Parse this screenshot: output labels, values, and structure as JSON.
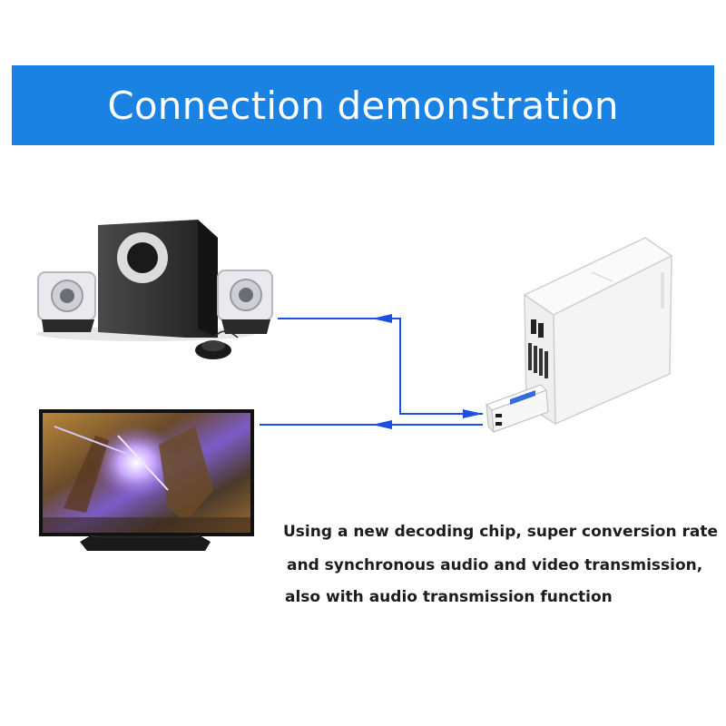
{
  "banner": {
    "title": "Connection demonstration",
    "color": "#1a82e2"
  },
  "description": {
    "lines": [
      "Using a new decoding chip, super conversion rate",
      "and synchronous audio and video transmission,",
      "also with audio transmission function"
    ]
  },
  "devices": {
    "speakers": "speaker-system-icon",
    "tv": "television-icon",
    "console": "game-console-icon",
    "adapter": "hdmi-adapter-icon"
  },
  "colors": {
    "connector_line": "#1d4fe0",
    "device_white": "#f2f2f2"
  }
}
